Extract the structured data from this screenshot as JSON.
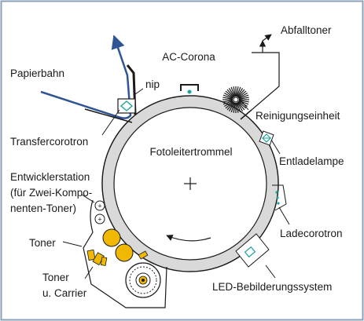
{
  "labels": {
    "abfalltoner": "Abfalltoner",
    "ac_corona": "AC-Corona",
    "papierbahn": "Papierbahn",
    "nip": "nip",
    "reinigungseinheit": "Reinigungseinheit",
    "transfercorotron": "Transfercorotron",
    "fotoleitertrommel": "Fotoleitertrommel",
    "entladelampe": "Entladelampe",
    "entwicklerstation_1": "Entwicklerstation",
    "entwicklerstation_2": "(für Zwei-Kompo-",
    "entwicklerstation_3": "nenten-Toner)",
    "ladecorotron": "Ladecorotron",
    "toner": "Toner",
    "toner_carrier_1": "Toner",
    "toner_carrier_2": "u. Carrier",
    "led_bebilderung": "LED-Bebilderungssystem"
  },
  "colors": {
    "frame": "#8aa0b8",
    "line": "#1a1a1a",
    "paper": "#2f5597",
    "accent": "#1aa39a",
    "toner": "#f0b800",
    "drum_ring": "#d9d9d9"
  },
  "icons": {
    "drum_center": "plus-sign",
    "rotation": "counterclockwise-arrow"
  }
}
